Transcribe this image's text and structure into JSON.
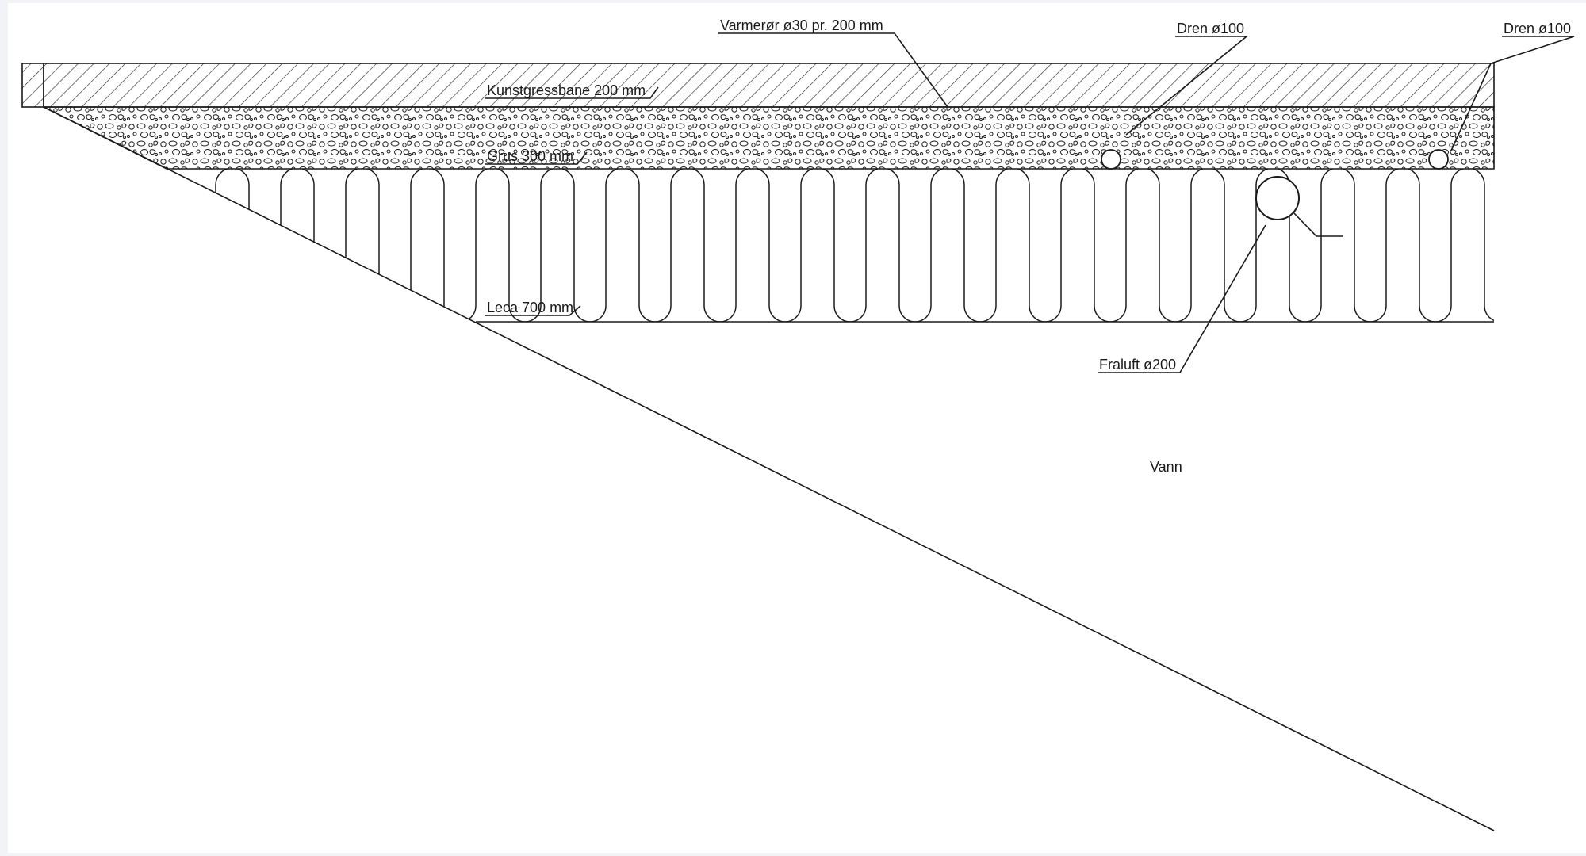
{
  "drawing": {
    "labels": {
      "heating_pipe": "Varmerør ø30 pr. 200 mm",
      "drain_1": "Dren ø100",
      "drain_2": "Dren ø100",
      "turf": "Kunstgressbane 200 mm",
      "gravel": "Grus 300 mm",
      "leca": "Leca 700 mm",
      "exhaust": "Fraluft ø200",
      "water": "Vann"
    },
    "colors": {
      "line": "#1a1a1a",
      "paper": "#ffffff",
      "frame": "#f1f3f6"
    }
  }
}
